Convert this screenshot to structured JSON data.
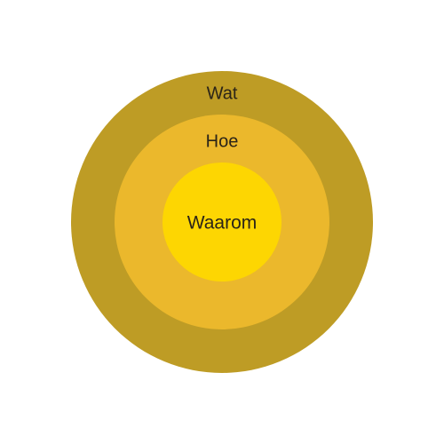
{
  "diagram": {
    "rings": [
      {
        "id": "outer",
        "label": "Wat",
        "color": "#BE9C25"
      },
      {
        "id": "middle",
        "label": "Hoe",
        "color": "#EBB82C"
      },
      {
        "id": "inner",
        "label": "Waarom",
        "color": "#FDD602"
      }
    ],
    "text_color": "#2B2418",
    "background": "#FFFFFF"
  }
}
